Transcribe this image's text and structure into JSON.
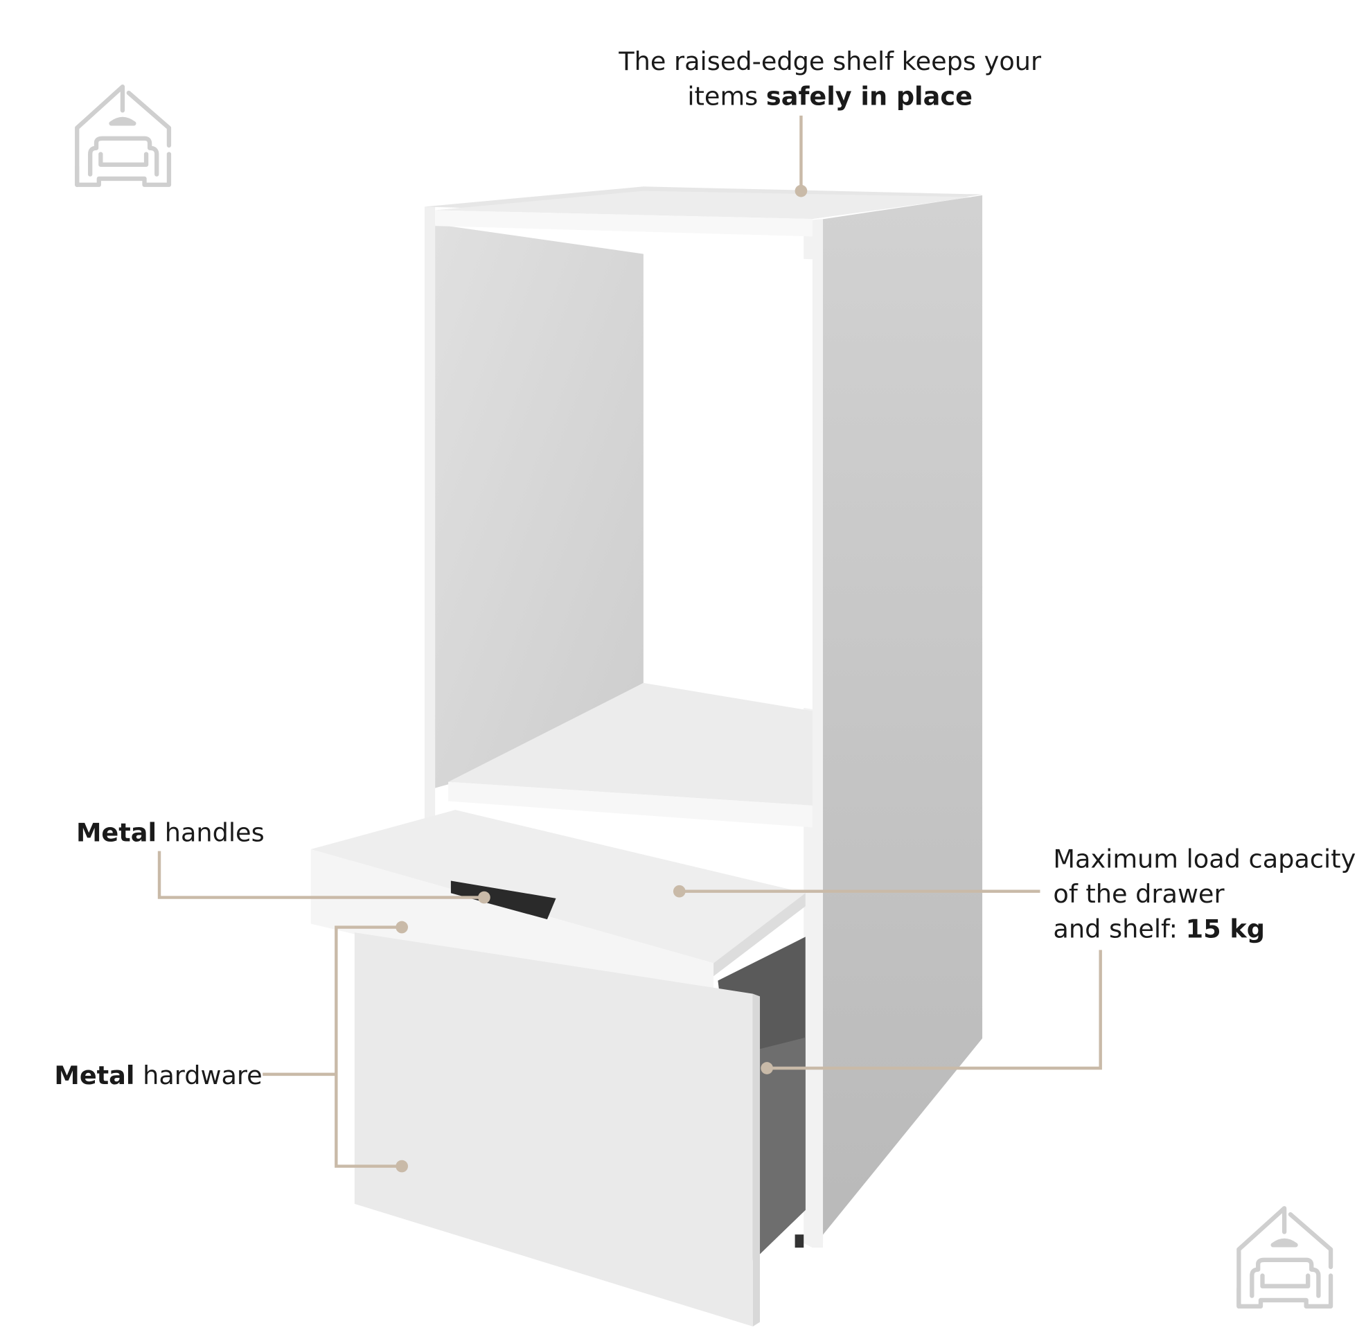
{
  "callouts": {
    "top": {
      "line1": "The raised-edge shelf keeps your",
      "line2_normal": "items ",
      "line2_bold": "safely in place"
    },
    "handles": {
      "bold": "Metal",
      "normal": " handles"
    },
    "hardware": {
      "bold": "Metal",
      "normal": " hardware"
    },
    "load": {
      "line1": "Maximum load capacity",
      "line2": "of the drawer",
      "line3_normal": "and shelf: ",
      "line3_bold": "15 kg"
    }
  },
  "colors": {
    "callout": "#c9baa8",
    "logo": "#cfcfcf"
  },
  "icons": [
    "house-sofa-logo-icon"
  ]
}
